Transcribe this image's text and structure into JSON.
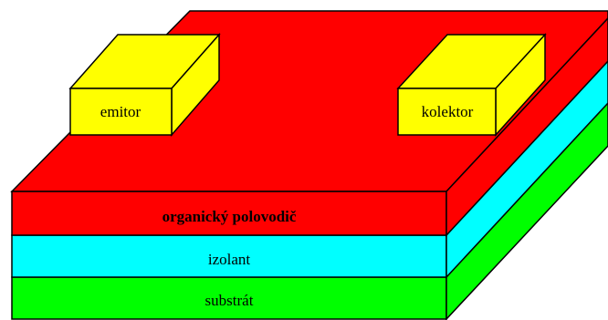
{
  "layers": {
    "semiconductor": {
      "label": "organický polovodič",
      "color": "#ff0000"
    },
    "insulator": {
      "label": "izolant",
      "color": "#00ffff"
    },
    "substrate": {
      "label": "substrát",
      "color": "#00ff00"
    }
  },
  "electrodes": {
    "emitter": {
      "label": "emitor",
      "color": "#ffff00"
    },
    "collector": {
      "label": "kolektor",
      "color": "#ffff00"
    }
  }
}
